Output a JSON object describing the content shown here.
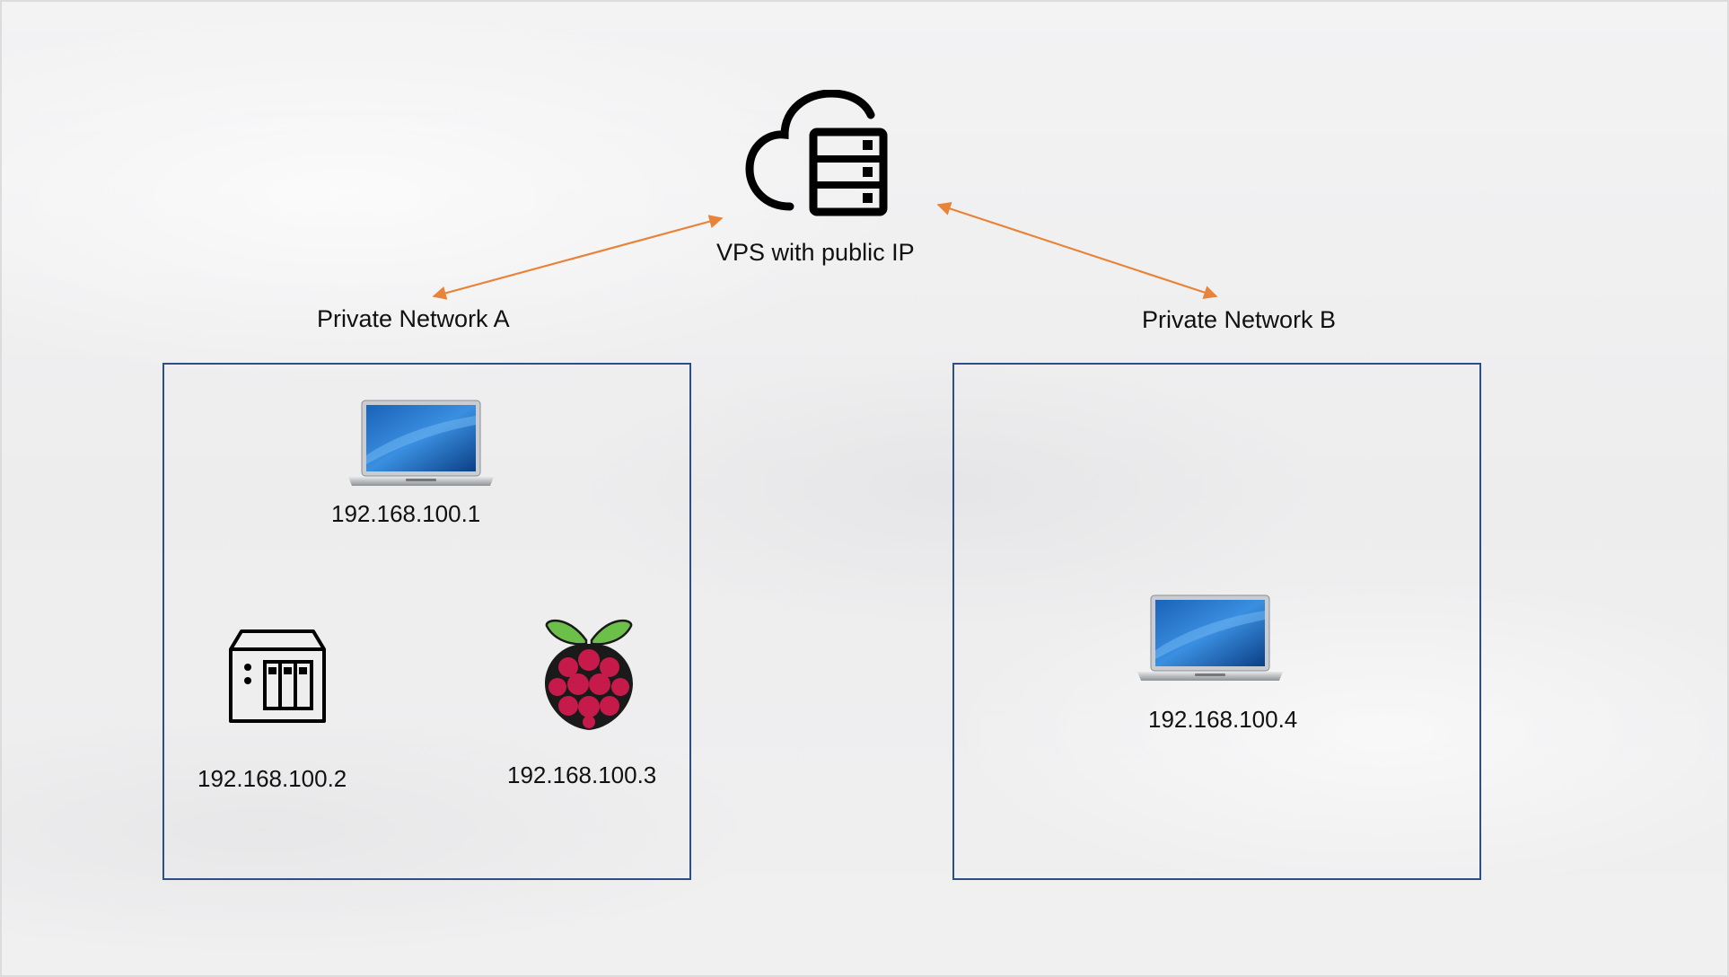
{
  "vps": {
    "label": "VPS with public IP",
    "icon": "cloud-server-icon"
  },
  "networks": [
    {
      "label": "Private Network A",
      "devices": [
        {
          "icon": "laptop-icon",
          "ip": "192.168.100.1"
        },
        {
          "icon": "nas-icon",
          "ip": "192.168.100.2"
        },
        {
          "icon": "raspberry-pi-icon",
          "ip": "192.168.100.3"
        }
      ]
    },
    {
      "label": "Private Network B",
      "devices": [
        {
          "icon": "laptop-icon",
          "ip": "192.168.100.4"
        }
      ]
    }
  ],
  "colors": {
    "arrow": "#e8843a",
    "box_border": "#2e4f86"
  }
}
